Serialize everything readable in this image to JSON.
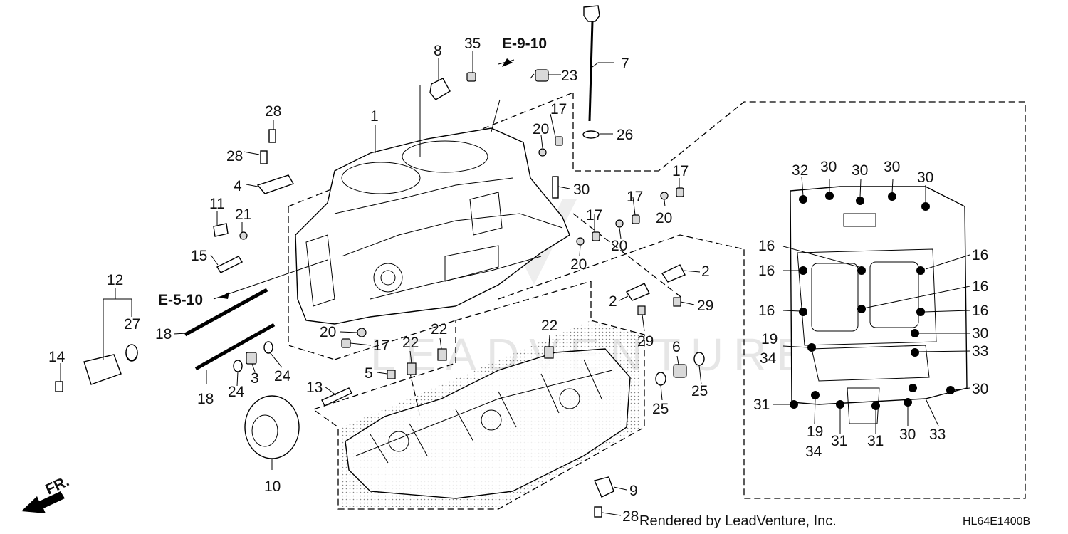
{
  "diagram": {
    "watermark": "LEADVENTURE",
    "footer_credit": "Rendered by LeadVenture, Inc.",
    "diagram_code": "HL64E1400B",
    "front_indicator": "FR.",
    "references": {
      "e910": "E-9-10",
      "e510": "E-5-10"
    },
    "callouts": {
      "c1": "1",
      "c2a": "2",
      "c2b": "2",
      "c3": "3",
      "c4": "4",
      "c5": "5",
      "c6": "6",
      "c7": "7",
      "c8": "8",
      "c9": "9",
      "c10": "10",
      "c11": "11",
      "c12": "12",
      "c13": "13",
      "c14": "14",
      "c15": "15",
      "c16a": "16",
      "c16b": "16",
      "c16c": "16",
      "c16d": "16",
      "c16e": "16",
      "c16f": "16",
      "c17a": "17",
      "c17b": "17",
      "c17c": "17",
      "c17d": "17",
      "c17e": "17",
      "c18a": "18",
      "c18b": "18",
      "c19a": "19",
      "c19b": "19",
      "c20a": "20",
      "c20b": "20",
      "c20c": "20",
      "c20d": "20",
      "c20e": "20",
      "c21": "21",
      "c22a": "22",
      "c22b": "22",
      "c22c": "22",
      "c23": "23",
      "c24a": "24",
      "c24b": "24",
      "c25a": "25",
      "c25b": "25",
      "c26": "26",
      "c27": "27",
      "c28a": "28",
      "c28b": "28",
      "c28c": "28",
      "c29a": "29",
      "c29b": "29",
      "c30a": "30",
      "c30b": "30",
      "c30c": "30",
      "c30d": "30",
      "c30e": "30",
      "c30f": "30",
      "c30g": "30",
      "c30h": "30",
      "c31a": "31",
      "c31b": "31",
      "c31c": "31",
      "c32": "32",
      "c33a": "33",
      "c33b": "33",
      "c34a": "34",
      "c34b": "34",
      "c35": "35"
    }
  }
}
